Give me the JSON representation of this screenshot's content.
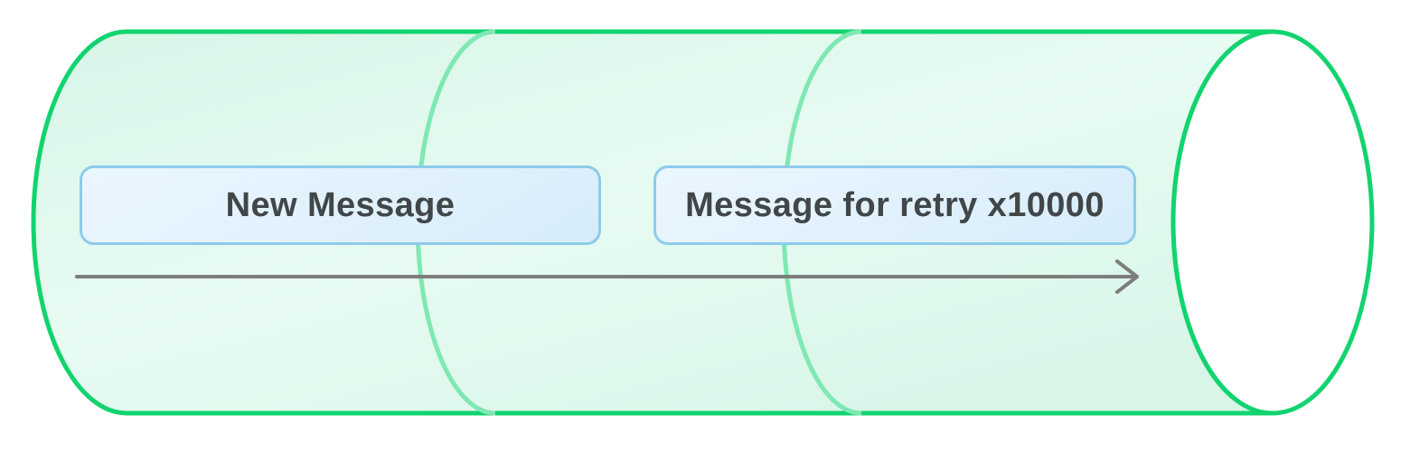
{
  "diagram": {
    "messages": [
      {
        "label": "New Message"
      },
      {
        "label": "Message for retry x10000"
      }
    ],
    "flow_arrow": {
      "direction": "right"
    }
  },
  "colors": {
    "outline_green": "#12d46f",
    "segment_green": "#7fe8b3",
    "cylinder_fill_edge": "#d8f5e8",
    "cylinder_fill_center": "#e7fbf2",
    "endcap_fill": "#ffffff",
    "box_border_blue": "#8ecbea",
    "box_fill_top": "#eaf6fe",
    "box_fill_bottom": "#d6ecfa",
    "arrow_gray": "#7d7d7d",
    "label_text": "#414649"
  }
}
